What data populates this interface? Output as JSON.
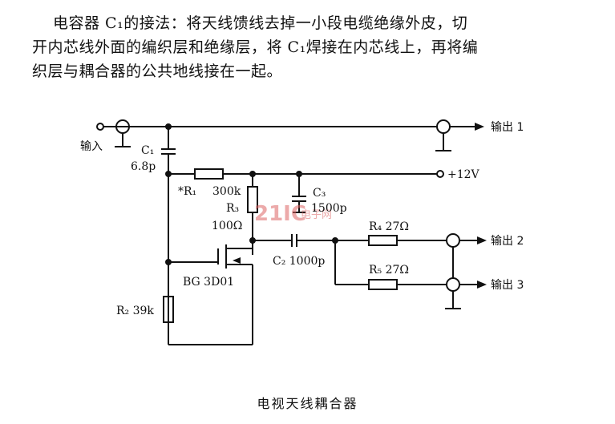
{
  "description": {
    "line1": "电容器 C₁的接法：将天线馈线去掉一小段电缆绝缘外皮，切",
    "line2": "开内芯线外面的编织层和绝缘层，将 C₁焊接在内芯线上，再将编",
    "line3": "织层与耦合器的公共地线接在一起。"
  },
  "labels": {
    "input": "输入",
    "output1": "输出 1",
    "output2": "输出 2",
    "output3": "输出 3",
    "supply": "+12V",
    "c1_name": "C₁",
    "c1_value": "6.8p",
    "r1_name": "*R₁",
    "r1_value": "300k",
    "r3_name": "R₃",
    "r3_value": "100Ω",
    "c3_name": "C₃",
    "c3_value": "1500p",
    "r4": "R₄ 27Ω",
    "r5": "R₅ 27Ω",
    "c2": "C₂ 1000p",
    "transistor": "BG 3D01",
    "r2": "R₂ 39k"
  },
  "watermark": {
    "brand": "21IC",
    "site": "电子网"
  },
  "caption": "电视天线耦合器"
}
